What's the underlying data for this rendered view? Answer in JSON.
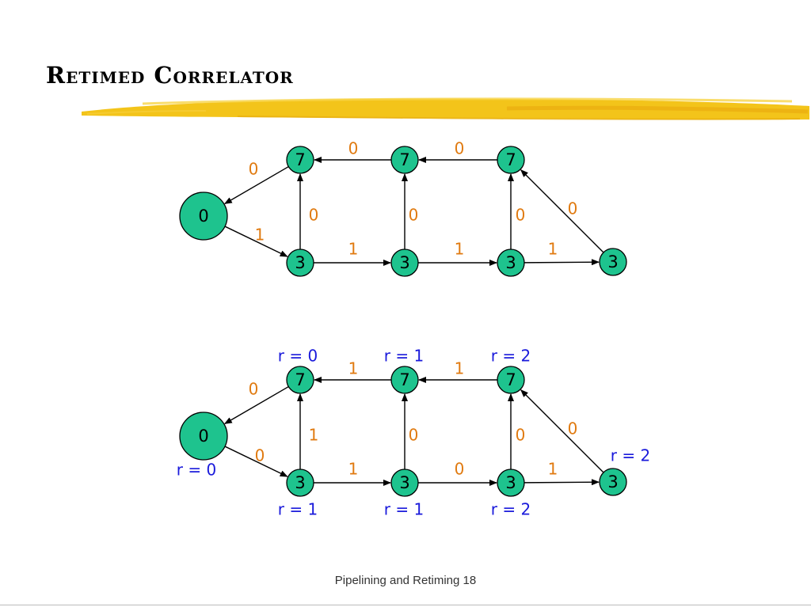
{
  "slide": {
    "title": "Retimed Correlator",
    "footer": "Pipelining and Retiming 18"
  },
  "colors": {
    "node_fill": "#1ec38e",
    "node_stroke": "#000000",
    "weight_color": "#e07a10",
    "retime_color": "#1a1adb",
    "brush_color": "#f3c41a"
  },
  "graphs": [
    {
      "name": "original",
      "nodes": [
        {
          "id": "host",
          "label": "0"
        },
        {
          "id": "a1",
          "label": "7"
        },
        {
          "id": "a2",
          "label": "7"
        },
        {
          "id": "a3",
          "label": "7"
        },
        {
          "id": "b1",
          "label": "3"
        },
        {
          "id": "b2",
          "label": "3"
        },
        {
          "id": "b3",
          "label": "3"
        },
        {
          "id": "b4",
          "label": "3"
        }
      ],
      "edges": [
        {
          "from": "a1",
          "to": "host",
          "weight": "0"
        },
        {
          "from": "host",
          "to": "b1",
          "weight": "1"
        },
        {
          "from": "a2",
          "to": "a1",
          "weight": "0"
        },
        {
          "from": "a3",
          "to": "a2",
          "weight": "0"
        },
        {
          "from": "b1",
          "to": "a1",
          "weight": "0"
        },
        {
          "from": "b2",
          "to": "a2",
          "weight": "0"
        },
        {
          "from": "b3",
          "to": "a3",
          "weight": "0"
        },
        {
          "from": "b4",
          "to": "a3",
          "weight": "0"
        },
        {
          "from": "b1",
          "to": "b2",
          "weight": "1"
        },
        {
          "from": "b2",
          "to": "b3",
          "weight": "1"
        },
        {
          "from": "b3",
          "to": "b4",
          "weight": "1"
        }
      ],
      "retiming": []
    },
    {
      "name": "retimed",
      "nodes": [
        {
          "id": "host",
          "label": "0"
        },
        {
          "id": "a1",
          "label": "7"
        },
        {
          "id": "a2",
          "label": "7"
        },
        {
          "id": "a3",
          "label": "7"
        },
        {
          "id": "b1",
          "label": "3"
        },
        {
          "id": "b2",
          "label": "3"
        },
        {
          "id": "b3",
          "label": "3"
        },
        {
          "id": "b4",
          "label": "3"
        }
      ],
      "edges": [
        {
          "from": "a1",
          "to": "host",
          "weight": "0"
        },
        {
          "from": "host",
          "to": "b1",
          "weight": "0"
        },
        {
          "from": "a2",
          "to": "a1",
          "weight": "1"
        },
        {
          "from": "a3",
          "to": "a2",
          "weight": "1"
        },
        {
          "from": "b1",
          "to": "a1",
          "weight": "1"
        },
        {
          "from": "b2",
          "to": "a2",
          "weight": "0"
        },
        {
          "from": "b3",
          "to": "a3",
          "weight": "0"
        },
        {
          "from": "b4",
          "to": "a3",
          "weight": "0"
        },
        {
          "from": "b1",
          "to": "b2",
          "weight": "1"
        },
        {
          "from": "b2",
          "to": "b3",
          "weight": "0"
        },
        {
          "from": "b3",
          "to": "b4",
          "weight": "1"
        }
      ],
      "retiming": [
        {
          "node": "a1",
          "text": "r = 0"
        },
        {
          "node": "a2",
          "text": "r = 1"
        },
        {
          "node": "a3",
          "text": "r = 2"
        },
        {
          "node": "host",
          "text": "r = 0"
        },
        {
          "node": "b1",
          "text": "r = 1"
        },
        {
          "node": "b2",
          "text": "r = 1"
        },
        {
          "node": "b3",
          "text": "r = 2"
        },
        {
          "node": "b4",
          "text": "r = 2"
        }
      ]
    }
  ]
}
